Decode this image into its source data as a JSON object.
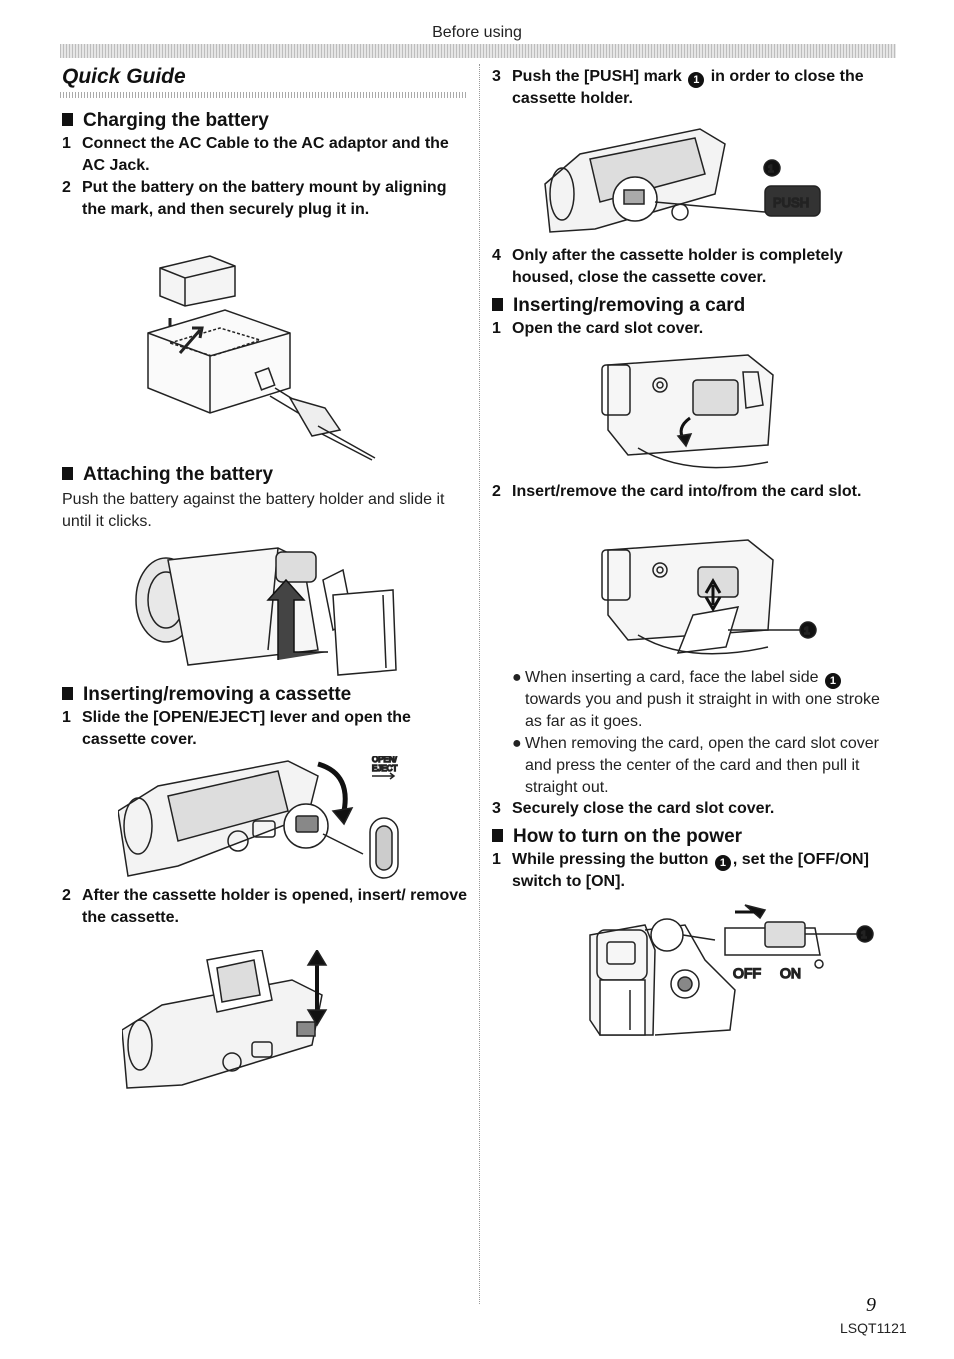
{
  "page": {
    "header": "Before using",
    "title": "Quick Guide",
    "page_number": "9",
    "doc_code": "LSQT1121"
  },
  "charging": {
    "heading": "Charging the battery",
    "steps": [
      {
        "num": "1",
        "text": "Connect the AC Cable to the AC adaptor and the AC Jack."
      },
      {
        "num": "2",
        "text": "Put the battery on the battery mount by aligning the mark, and then securely plug it in."
      }
    ]
  },
  "attaching": {
    "heading": "Attaching the battery",
    "text": "Push the battery against the battery holder and slide it until it clicks."
  },
  "cassette": {
    "heading": "Inserting/removing a cassette",
    "steps": [
      {
        "num": "1",
        "text": "Slide the [OPEN/EJECT] lever and open the cassette cover."
      },
      {
        "num": "2",
        "text": "After the cassette holder is opened, insert/ remove the cassette."
      },
      {
        "num": "3",
        "text_before": "Push the [PUSH] mark",
        "text_after": "in order to close the cassette holder."
      },
      {
        "num": "4",
        "text": "Only after the cassette holder is completely housed, close the cassette cover."
      }
    ],
    "open_eject_label_1": "OPEN/",
    "open_eject_label_2": "EJECT",
    "push_label": "PUSH",
    "marker": "1"
  },
  "card": {
    "heading": "Inserting/removing a card",
    "steps": [
      {
        "num": "1",
        "text": "Open the card slot cover."
      },
      {
        "num": "2",
        "text": "Insert/remove the card into/from the card slot."
      },
      {
        "num": "3",
        "text": "Securely close the card slot cover."
      }
    ],
    "bullets": [
      {
        "text_before": "When inserting a card, face the label side",
        "text_after": "towards you and push it straight in with one stroke as far as it goes."
      },
      {
        "text": "When removing the card, open the card slot cover and press the center of the card and then pull it straight out."
      }
    ],
    "marker": "1"
  },
  "power": {
    "heading": "How to turn on the power",
    "step": {
      "num": "1",
      "text_before": "While pressing the button",
      "text_after": ", set the [OFF/ON] switch to [ON]."
    },
    "off_label": "OFF",
    "on_label": "ON",
    "marker": "1"
  }
}
